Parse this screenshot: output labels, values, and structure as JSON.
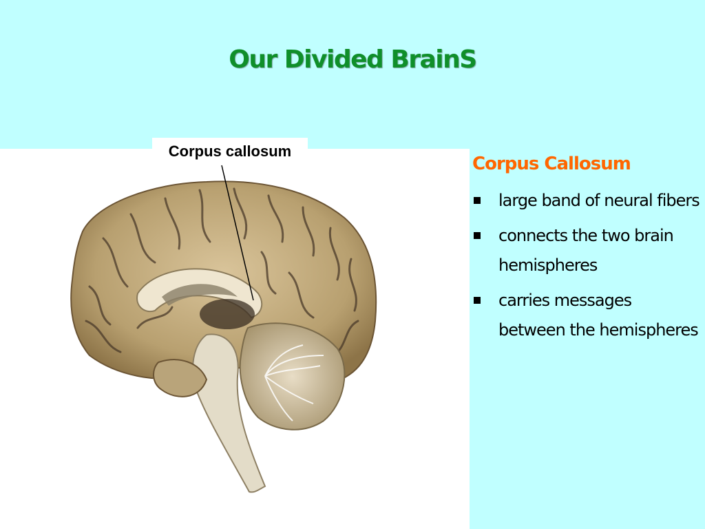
{
  "slide": {
    "title": "Our Divided BrainS",
    "image_label": "Corpus callosum",
    "side_heading": "Corpus Callosum",
    "bullets": [
      "large band of neural fibers",
      "connects the two brain hemispheres",
      "carries messages between the hemispheres"
    ]
  },
  "colors": {
    "background": "#c0ffff",
    "title": "#0f8f2a",
    "heading": "#ff6600",
    "text": "#000000"
  },
  "image": {
    "subject": "brain-sagittal-section-photo"
  }
}
